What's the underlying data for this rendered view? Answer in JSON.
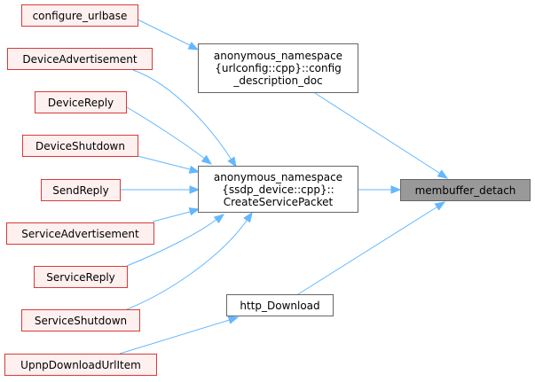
{
  "colors": {
    "edge": "#63b8ff",
    "caller_fill": "#fff0f0",
    "caller_border": "#d83a3a",
    "intermediate_fill": "#ffffff",
    "intermediate_border": "#666666",
    "target_fill": "#999999"
  },
  "nodes": {
    "configure_urlbase": {
      "lines": [
        "configure_urlbase"
      ]
    },
    "device_advertisement": {
      "lines": [
        "DeviceAdvertisement"
      ]
    },
    "device_reply": {
      "lines": [
        "DeviceReply"
      ]
    },
    "device_shutdown": {
      "lines": [
        "DeviceShutdown"
      ]
    },
    "send_reply": {
      "lines": [
        "SendReply"
      ]
    },
    "service_advertisement": {
      "lines": [
        "ServiceAdvertisement"
      ]
    },
    "service_reply": {
      "lines": [
        "ServiceReply"
      ]
    },
    "service_shutdown": {
      "lines": [
        "ServiceShutdown"
      ]
    },
    "upnp_download_url_item": {
      "lines": [
        "UpnpDownloadUrlItem"
      ]
    },
    "config_description_doc": {
      "lines": [
        "anonymous_namespace",
        "{urlconfig::cpp}::config",
        "_description_doc"
      ]
    },
    "create_service_packet": {
      "lines": [
        "anonymous_namespace",
        "{ssdp_device::cpp}::",
        "CreateServicePacket"
      ]
    },
    "http_download": {
      "lines": [
        "http_Download"
      ]
    },
    "membuffer_detach": {
      "lines": [
        "membuffer_detach"
      ]
    }
  }
}
